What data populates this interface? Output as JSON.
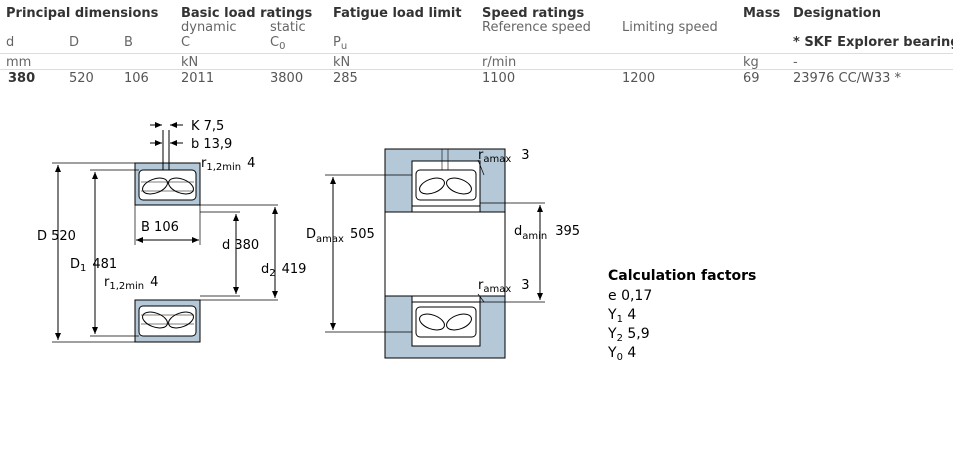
{
  "table": {
    "headers": {
      "principal": "Principal dimensions",
      "basic": "Basic load ratings",
      "fatigue": "Fatigue load limit",
      "speed": "Speed ratings",
      "mass": "Mass",
      "designation": "Designation"
    },
    "subheaders": {
      "dynamic": "dynamic",
      "static": "static",
      "reference_speed": "Reference speed",
      "limiting_speed": "Limiting speed",
      "explorer": "* SKF Explorer bearing"
    },
    "symbols": {
      "d": "d",
      "D": "D",
      "B": "B",
      "C": "C",
      "C0": "C",
      "C0_sub": "0",
      "Pu": "P",
      "Pu_sub": "u"
    },
    "units": {
      "d": "mm",
      "C": "kN",
      "Pu": "kN",
      "speed": "r/min",
      "mass": "kg",
      "designation": "-"
    },
    "row": {
      "d": "380",
      "D": "520",
      "B": "106",
      "C": "2011",
      "C0": "3800",
      "Pu": "285",
      "ref_speed": "1100",
      "lim_speed": "1200",
      "mass": "69",
      "designation": "23976 CC/W33 *"
    }
  },
  "drawing1": {
    "K": "K 7,5",
    "b": "b 13,9",
    "r_top": "r",
    "r_top_sub": "1,2min",
    "r_top_val": "4",
    "D": "D 520",
    "B": "B 106",
    "d": "d 380",
    "D1": "D",
    "D1_sub": "1",
    "D1_val": "481",
    "d2": "d",
    "d2_sub": "2",
    "d2_val": "419",
    "r_bot": "r",
    "r_bot_sub": "1,2min",
    "r_bot_val": "4"
  },
  "drawing2": {
    "ra_top": "r",
    "ra_top_sub": "amax",
    "ra_top_val": "3",
    "Da": "D",
    "Da_sub": "amax",
    "Da_val": "505",
    "da": "d",
    "da_sub": "amin",
    "da_val": "395",
    "ra_bot": "r",
    "ra_bot_sub": "amax",
    "ra_bot_val": "3"
  },
  "calc": {
    "title": "Calculation factors",
    "e": "e",
    "e_val": "0,17",
    "Y1": "Y",
    "Y1_sub": "1",
    "Y1_val": "4",
    "Y2": "Y",
    "Y2_sub": "2",
    "Y2_val": "5,9",
    "Y0": "Y",
    "Y0_sub": "0",
    "Y0_val": "4"
  },
  "colors": {
    "housing": "#b4c8d8",
    "line": "#000000",
    "bearing_fill": "#ffffff"
  }
}
